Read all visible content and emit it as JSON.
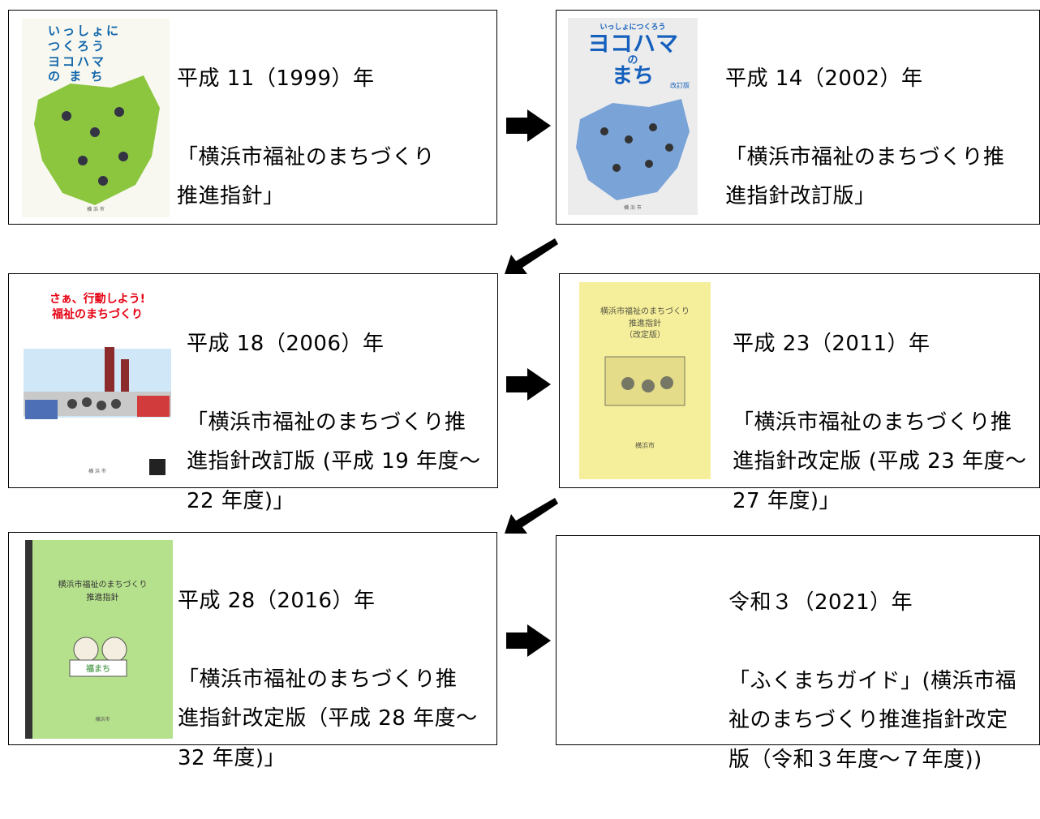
{
  "entries": [
    {
      "year": "平成 11（1999）年",
      "title": "「横浜市福祉のまちづくり\n 推進指針」",
      "cover": {
        "color": "#8cc63f",
        "lines": [
          "いっしょに",
          "つくろう",
          "ヨコハマ",
          "の ま ち"
        ],
        "publisher": "横 浜 市"
      }
    },
    {
      "year": "平成 14（2002）年",
      "title": "「横浜市福祉のまちづくり推\n進指針改訂版」",
      "cover": {
        "color": "#7aa3d8",
        "lines": [
          "いっしょにつくろう",
          "ヨコハマ",
          "の",
          "まち"
        ],
        "badge": "改訂版",
        "publisher": "横 浜 市"
      }
    },
    {
      "year": "平成 18（2006）年",
      "title": "「横浜市福祉のまちづくり推\n進指針改訂版 (平成 19 年度～\n22 年度)」",
      "cover": {
        "color": "#e60012",
        "lines": [
          "さぁ、行動しよう!",
          "福祉のまちづくり"
        ],
        "publisher": "横 浜 市"
      }
    },
    {
      "year": "平成 23（2011）年",
      "title": "「横浜市福祉のまちづくり推\n進指針改定版 (平成 23 年度～\n27 年度)」",
      "cover": {
        "color": "#f5ee9a",
        "lines": [
          "横浜市福祉のまちづくり",
          "推進指針",
          "（改定版）"
        ],
        "publisher": "横浜市"
      }
    },
    {
      "year": "平成 28（2016）年",
      "title": "「横浜市福祉のまちづくり推\n進指針改定版（平成 28 年度～\n32 年度)」",
      "cover": {
        "color": "#b5e08c",
        "lines": [
          "横浜市福祉のまちづくり",
          "推進指針"
        ],
        "badge": "福まち",
        "publisher": "横浜市"
      }
    },
    {
      "year": "令和３（2021）年",
      "title": "「ふくまちガイド」(横浜市福\n祉のまちづくり推進指針改定\n版（令和３年度～７年度))"
    }
  ],
  "arrows": [
    "right-arrow",
    "down-left-arrow",
    "right-arrow",
    "down-left-arrow",
    "right-arrow"
  ]
}
